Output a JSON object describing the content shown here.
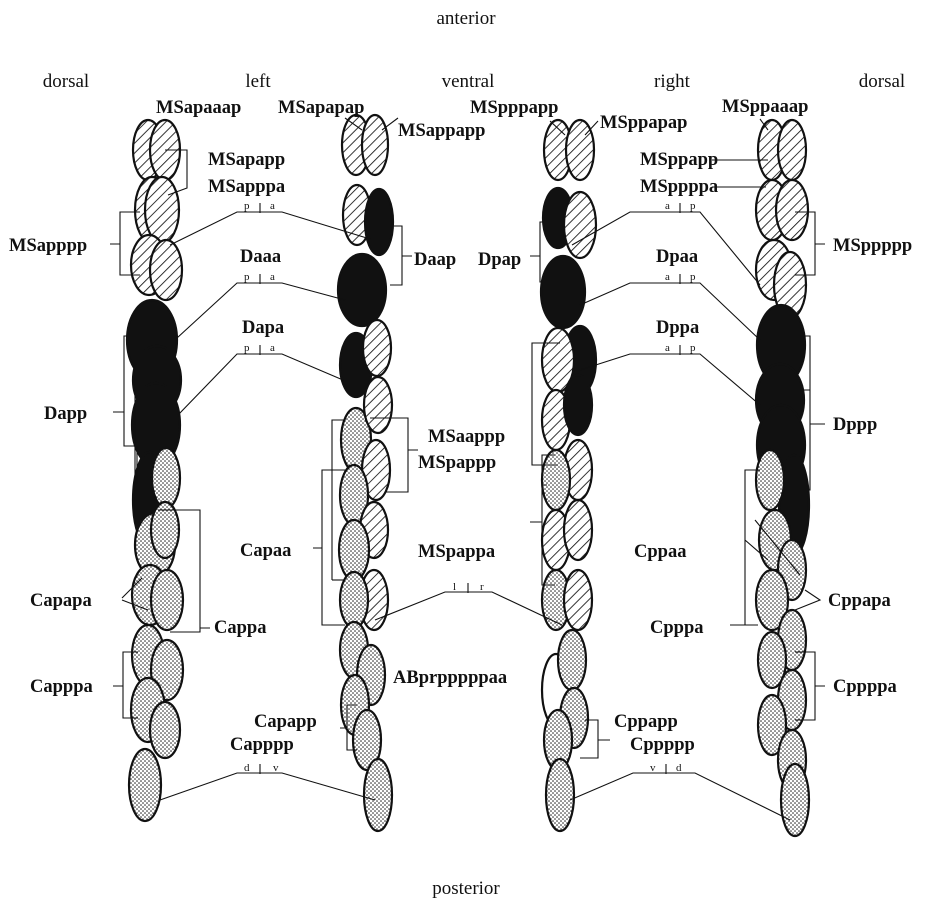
{
  "orientation": {
    "anterior": "anterior",
    "posterior": "posterior",
    "dorsal_left": "dorsal",
    "left": "left",
    "ventral": "ventral",
    "right": "right",
    "dorsal_right": "dorsal"
  },
  "legend_fills": {
    "MS": "hatched",
    "D": "solid-black",
    "C": "stippled",
    "AB": "clear"
  },
  "colors": {
    "ink": "#111111",
    "paper": "#ffffff"
  },
  "labels": {
    "MSapaaap": "MSapaaap",
    "MSapapap": "MSapapap",
    "MSappapp": "MSappapp",
    "MSapapp": "MSapapp",
    "MSapppa": "MSapppa",
    "MSapppp": "MSapppp",
    "Daaa": "Daaa",
    "Daap": "Daap",
    "Dapa": "Dapa",
    "Dapp": "Dapp",
    "MSaappp": "MSaappp",
    "MSpappp": "MSpappp",
    "Capaa": "Capaa",
    "MSpappa": "MSpappa",
    "Capapa": "Capapa",
    "Cappa": "Cappa",
    "Capppa": "Capppa",
    "Capapp": "Capapp",
    "Capppp": "Capppp",
    "ABprpppppaa": "ABprpppppaa",
    "MSpppapp": "MSpppapp",
    "MSppapap": "MSppapap",
    "MSppaaap": "MSppaaap",
    "MSppapp": "MSppapp",
    "MSppppa": "MSppppa",
    "MSppppp": "MSppppp",
    "Dpap": "Dpap",
    "Dpaa": "Dpaa",
    "Dppa": "Dppa",
    "Dppp": "Dppp",
    "Cppaa": "Cppaa",
    "Cppapa": "Cppapa",
    "Cpppa": "Cpppa",
    "Cppppa": "Cppppa",
    "Cppapp": "Cppapp",
    "Cppppp": "Cppppp"
  },
  "axis_letters": {
    "p": "p",
    "a": "a",
    "l": "l",
    "r": "r",
    "d": "d",
    "v": "v"
  }
}
